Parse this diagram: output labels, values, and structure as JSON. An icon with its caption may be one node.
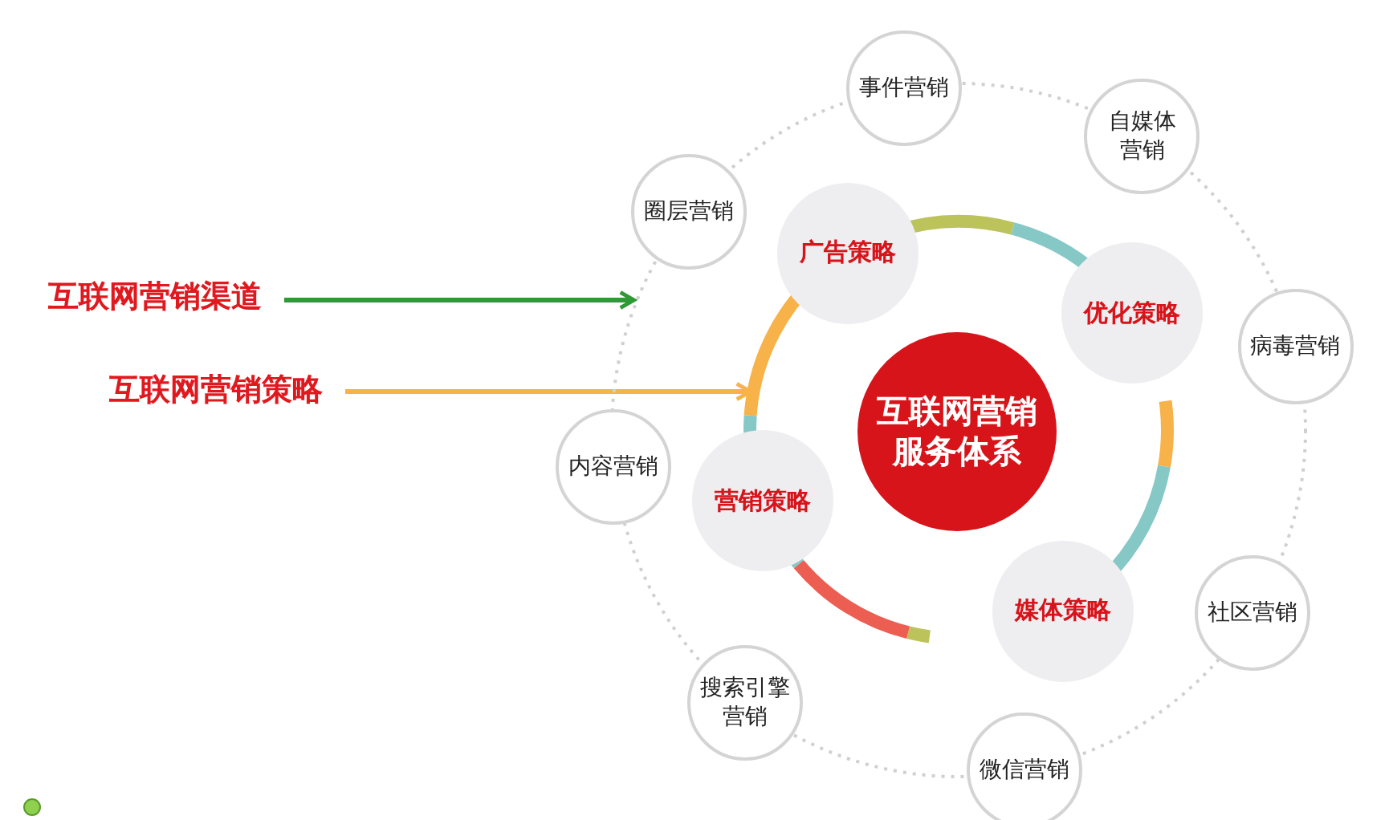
{
  "diagram": {
    "nodes": [
      {
        "text": [
          "互联网营销服务体系"
        ],
        "in": 16
      },
      {
        "text": [
          "广告策略"
        ],
        "in": 15
      },
      {
        "text": [
          "优化策略"
        ],
        "in": 15
      },
      {
        "text": [
          "媒体策略"
        ],
        "in": 15
      },
      {
        "text": [
          "营销策略"
        ],
        "in": 15
      },
      {
        "text": [
          "事件营销"
        ]
      },
      {
        "text": [
          "自媒体营销"
        ]
      },
      {
        "text": [
          "圈层营销"
        ]
      },
      {
        "text": [
          "病毒营销"
        ]
      },
      {
        "text": [
          "内容营销"
        ]
      },
      {
        "text": [
          "社区营销"
        ]
      },
      {
        "text": [
          "搜索引擎营销"
        ]
      },
      {
        "text": [
          "微信营销"
        ]
      },
      {
        "text": [
          "互联网营销渠道"
        ]
      },
      {
        "text": [
          "互联网营销策略"
        ]
      },
      {
        "text": [],
        "shape": "circle"
      },
      {
        "text": [],
        "shape": "circle",
        "in": 15
      }
    ],
    "edges": [
      {
        "from": 13,
        "to": 15,
        "arrow": "to",
        "color": "#2e9a35"
      },
      {
        "from": 14,
        "to": 16,
        "arrow": "to",
        "color": "#f7b24a"
      }
    ]
  }
}
